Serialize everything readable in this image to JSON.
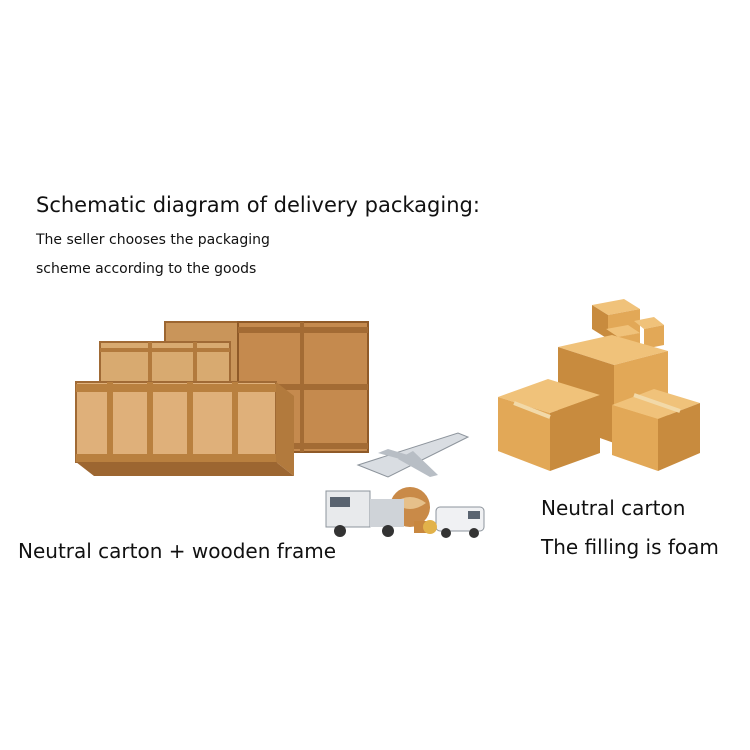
{
  "title": "Schematic diagram of delivery packaging:",
  "subtitle_line1": "The seller chooses the packaging",
  "subtitle_line2": "scheme according to the goods",
  "left_option": {
    "label": "Neutral carton + wooden frame",
    "image_icon": "wooden-crates-icon"
  },
  "right_option": {
    "label_line1": "Neutral carton",
    "label_line2": "The filling is foam",
    "image_icon": "cardboard-boxes-icon"
  },
  "center_image_icon": "logistics-truck-plane-icon",
  "colors": {
    "wood": "#d9a86a",
    "wood_dark": "#a86d35",
    "carton": "#e2a857",
    "carton_dark": "#b97a2e",
    "tape": "#f2d9a8"
  }
}
